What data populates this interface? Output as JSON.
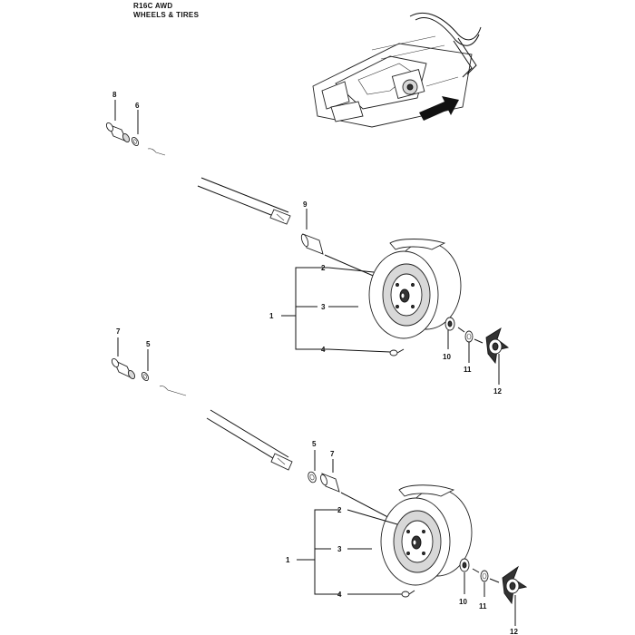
{
  "header": {
    "model": "R16C AWD",
    "section": "WHEELS & TIRES"
  },
  "callouts": {
    "c1": "8",
    "c2": "6",
    "c3": "9",
    "c4": "2",
    "c5": "1",
    "c6": "3",
    "c7": "4",
    "c8": "10",
    "c9": "11",
    "c10": "12",
    "c11": "7",
    "c12": "5",
    "c13": "5",
    "c14": "7",
    "c15": "2",
    "c16": "1",
    "c17": "3",
    "c18": "4",
    "c19": "10",
    "c20": "11",
    "c21": "12"
  }
}
